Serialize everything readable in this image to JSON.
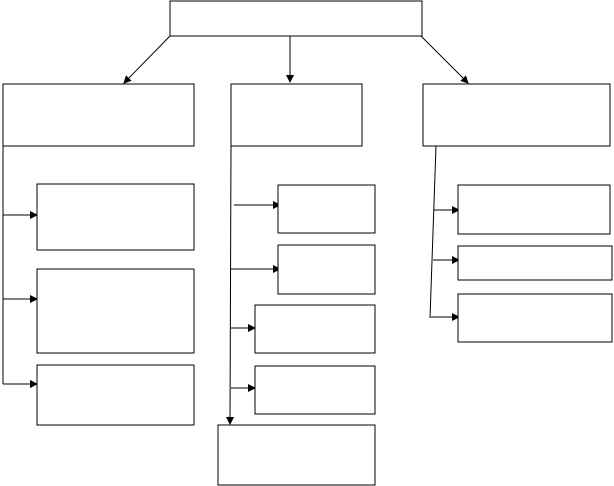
{
  "diagram": {
    "type": "hierarchy",
    "colors": {
      "stroke": "#000000",
      "fill": "#ffffff",
      "background": "#ffffff"
    },
    "nodes": [
      {
        "id": "root",
        "label": ""
      },
      {
        "id": "col1-head",
        "label": ""
      },
      {
        "id": "col2-head",
        "label": ""
      },
      {
        "id": "col3-head",
        "label": ""
      },
      {
        "id": "col1-child-1",
        "label": ""
      },
      {
        "id": "col1-child-2",
        "label": ""
      },
      {
        "id": "col1-child-3",
        "label": ""
      },
      {
        "id": "col2-child-1",
        "label": ""
      },
      {
        "id": "col2-child-2",
        "label": ""
      },
      {
        "id": "col2-child-3",
        "label": ""
      },
      {
        "id": "col2-child-4",
        "label": ""
      },
      {
        "id": "col2-child-5",
        "label": ""
      },
      {
        "id": "col3-child-1",
        "label": ""
      },
      {
        "id": "col3-child-2",
        "label": ""
      },
      {
        "id": "col3-child-3",
        "label": ""
      }
    ],
    "edges": [
      {
        "from": "root",
        "to": "col1-head"
      },
      {
        "from": "root",
        "to": "col2-head"
      },
      {
        "from": "root",
        "to": "col3-head"
      },
      {
        "from": "col1-head",
        "to": "col1-child-1"
      },
      {
        "from": "col1-head",
        "to": "col1-child-2"
      },
      {
        "from": "col1-head",
        "to": "col1-child-3"
      },
      {
        "from": "col2-head",
        "to": "col2-child-1"
      },
      {
        "from": "col2-head",
        "to": "col2-child-2"
      },
      {
        "from": "col2-head",
        "to": "col2-child-3"
      },
      {
        "from": "col2-head",
        "to": "col2-child-4"
      },
      {
        "from": "col2-head",
        "to": "col2-child-5"
      },
      {
        "from": "col3-head",
        "to": "col3-child-1"
      },
      {
        "from": "col3-head",
        "to": "col3-child-2"
      },
      {
        "from": "col3-head",
        "to": "col3-child-3"
      }
    ]
  }
}
